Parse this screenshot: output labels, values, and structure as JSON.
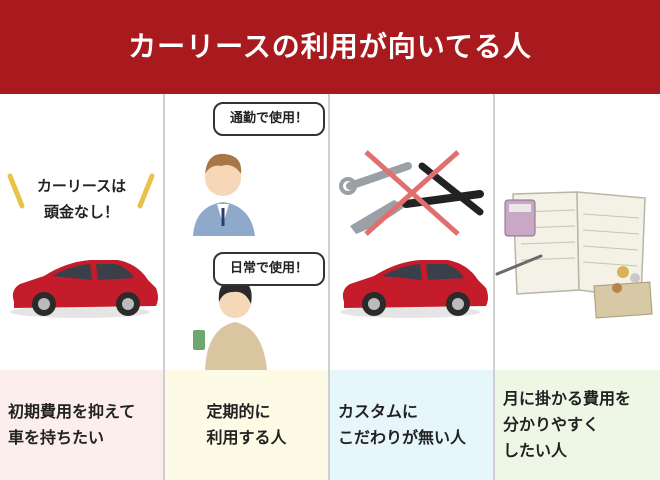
{
  "header": {
    "title": "カーリースの利用が向いてる人",
    "bg_color": "#a81a1d"
  },
  "columns": [
    {
      "tagline": "カーリースは\n頭金なし！",
      "label": "初期費用を抑えて\n車を持ちたい",
      "label_bg": "#fdeeee",
      "art": "red-car"
    },
    {
      "bubble_top": "通勤で使用！",
      "bubble_bottom": "日常で使用！",
      "label": "定期的に\n利用する人",
      "label_bg": "#fdfbe6",
      "art": "businessman-and-woman"
    },
    {
      "label": "カスタムに\nこだわりが無い人",
      "label_bg": "#e6f6fb",
      "art": "crossed-tools-and-car"
    },
    {
      "label": "月に掛かる費用を\n分かりやすく\nしたい人",
      "label_bg": "#eef6e6",
      "art": "household-ledger"
    }
  ],
  "colors": {
    "car": "#c41c2a",
    "bubble_border": "#333333",
    "cross": "#e07070"
  }
}
